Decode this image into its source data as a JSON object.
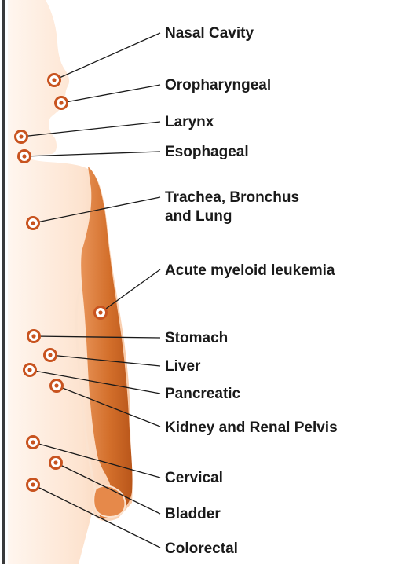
{
  "colors": {
    "marker": "#c8531f",
    "leader_line": "#1a1a1a",
    "label": "#1a1a1a",
    "body_light": "#fde3cf",
    "body_dark": "#c8601c",
    "axis_bar": "#3a3a3a"
  },
  "labels": [
    {
      "id": "nasal-cavity",
      "lines": [
        "Nasal Cavity"
      ]
    },
    {
      "id": "oropharyngeal",
      "lines": [
        "Oropharyngeal"
      ]
    },
    {
      "id": "larynx",
      "lines": [
        "Larynx"
      ]
    },
    {
      "id": "esophageal",
      "lines": [
        "Esophageal"
      ]
    },
    {
      "id": "trachea-bronchus-lung",
      "lines": [
        "Trachea, Bronchus",
        "and Lung"
      ]
    },
    {
      "id": "acute-myeloid-leukemia",
      "lines": [
        "Acute myeloid leukemia"
      ]
    },
    {
      "id": "stomach",
      "lines": [
        "Stomach"
      ]
    },
    {
      "id": "liver",
      "lines": [
        "Liver"
      ]
    },
    {
      "id": "pancreatic",
      "lines": [
        "Pancreatic"
      ]
    },
    {
      "id": "kidney-renal-pelvis",
      "lines": [
        "Kidney and Renal Pelvis"
      ]
    },
    {
      "id": "cervical",
      "lines": [
        "Cervical"
      ]
    },
    {
      "id": "bladder",
      "lines": [
        "Bladder"
      ]
    },
    {
      "id": "colorectal",
      "lines": [
        "Colorectal"
      ]
    }
  ]
}
